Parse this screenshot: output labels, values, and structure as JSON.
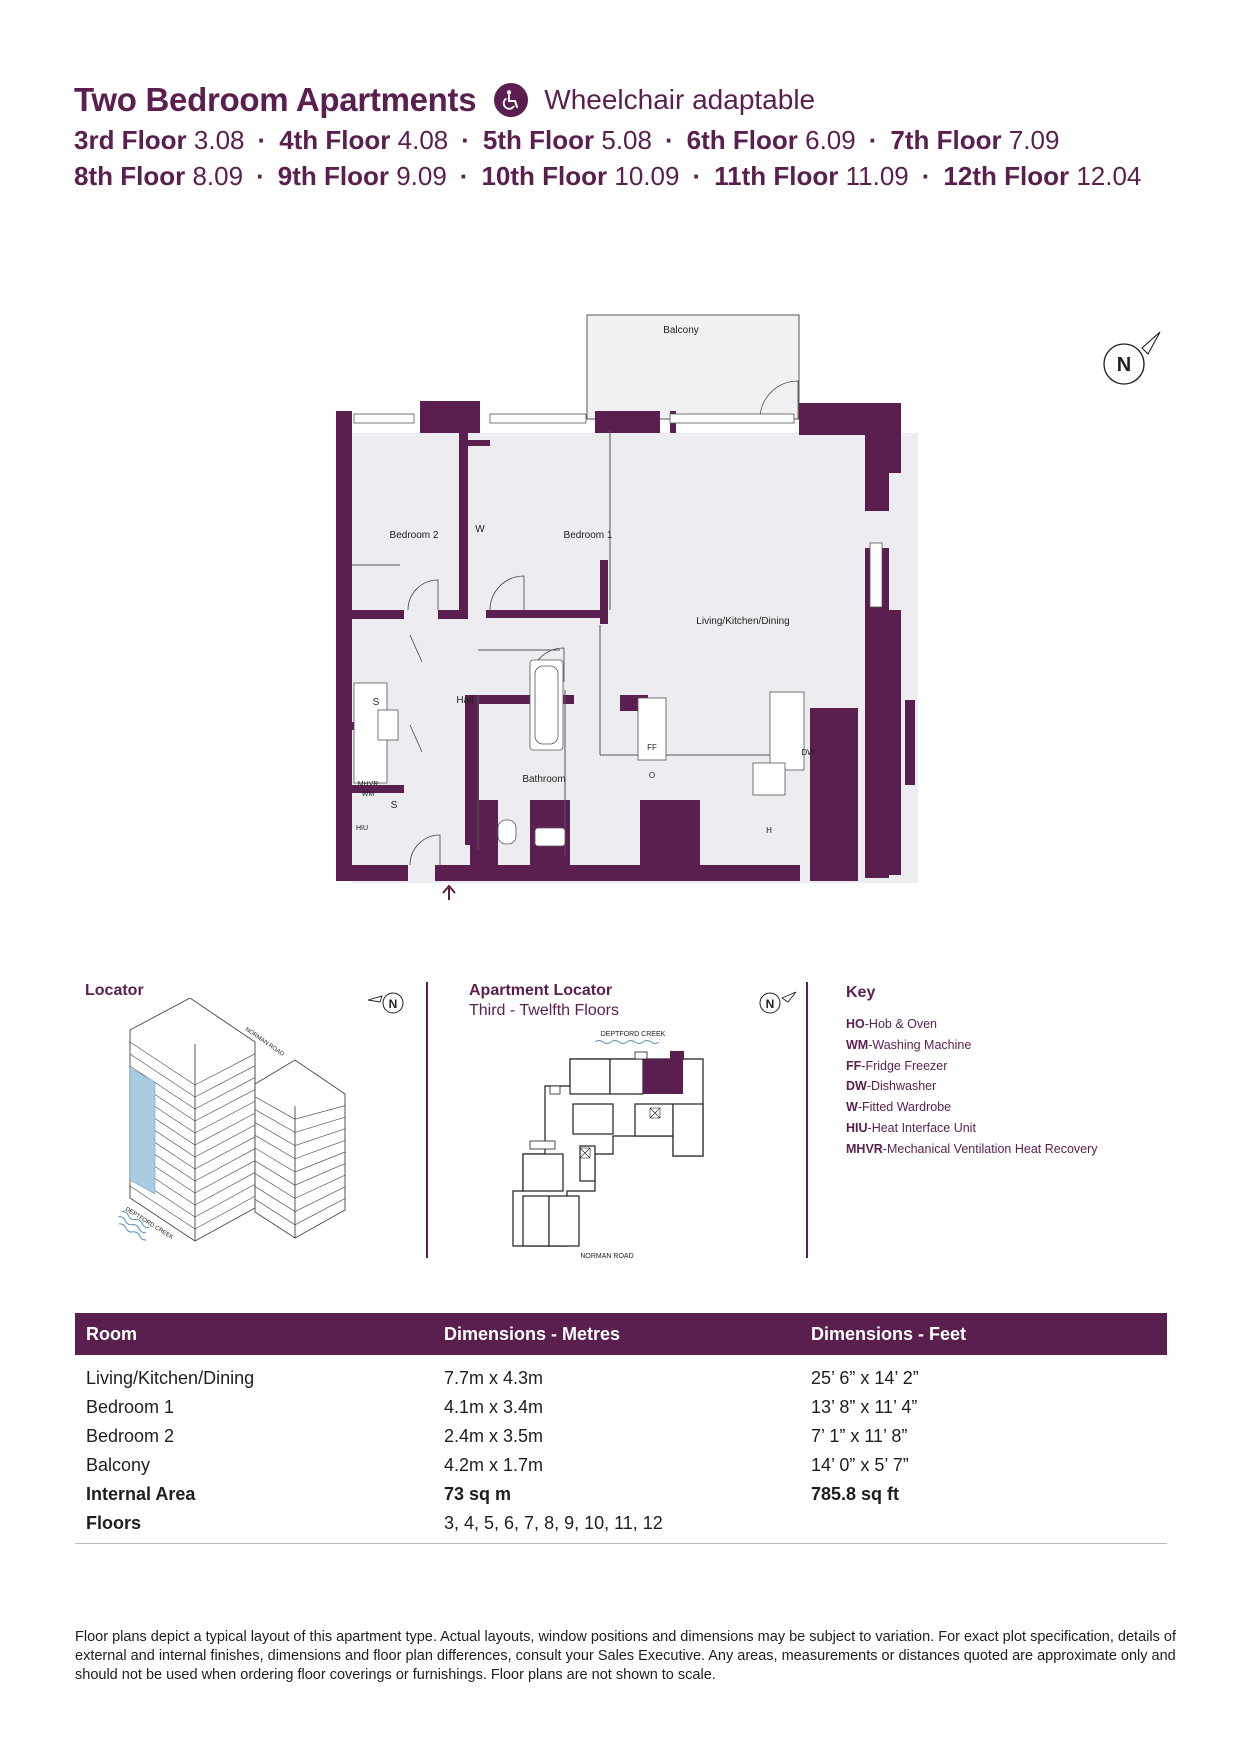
{
  "header": {
    "title": "Two Bedroom Apartments",
    "accessibility_label": "Wheelchair adaptable",
    "accessibility_icon": "wheelchair-icon",
    "floor_lines": [
      [
        {
          "floor": "3rd Floor",
          "plot": "3.08"
        },
        {
          "floor": "4th Floor",
          "plot": "4.08"
        },
        {
          "floor": "5th Floor",
          "plot": "5.08"
        },
        {
          "floor": "6th Floor",
          "plot": "6.09"
        },
        {
          "floor": "7th Floor",
          "plot": "7.09"
        }
      ],
      [
        {
          "floor": "8th Floor",
          "plot": "8.09"
        },
        {
          "floor": "9th Floor",
          "plot": "9.09"
        },
        {
          "floor": "10th Floor",
          "plot": "10.09"
        },
        {
          "floor": "11th Floor",
          "plot": "11.09"
        },
        {
          "floor": "12th Floor",
          "plot": "12.04"
        }
      ]
    ],
    "separator": "·"
  },
  "plan": {
    "north": "N",
    "rooms": {
      "balcony": "Balcony",
      "bedroom2": "Bedroom 2",
      "bedroom1": "Bedroom 1",
      "living": "Living/Kitchen/Dining",
      "hall": "Hall",
      "bathroom": "Bathroom",
      "storage_top": "S",
      "storage_bottom": "S",
      "wardrobe": "W",
      "ff": "FF",
      "oven": "O",
      "dw": "DW",
      "hob": "H",
      "mhvr": "MHVR",
      "wm": "WM",
      "hiu": "HIU"
    }
  },
  "locator": {
    "title": "Locator",
    "north": "N",
    "road_norman": "NORMAN ROAD",
    "road_deptford": "DEPTFORD CREEK"
  },
  "apartment_locator": {
    "title": "Apartment Locator",
    "subtitle": "Third - Twelfth Floors",
    "north": "N",
    "top_label": "DEPTFORD CREEK",
    "bottom_label": "NORMAN ROAD"
  },
  "key": {
    "title": "Key",
    "items": [
      {
        "code": "HO",
        "desc": "Hob & Oven"
      },
      {
        "code": "WM",
        "desc": "Washing Machine"
      },
      {
        "code": "FF",
        "desc": "Fridge Freezer"
      },
      {
        "code": "DW",
        "desc": "Dishwasher"
      },
      {
        "code": "W",
        "desc": "Fitted Wardrobe"
      },
      {
        "code": "HIU",
        "desc": "Heat Interface Unit"
      },
      {
        "code": "MHVR",
        "desc": "Mechanical Ventilation Heat Recovery"
      }
    ]
  },
  "table": {
    "headers": [
      "Room",
      "Dimensions - Metres",
      "Dimensions - Feet"
    ],
    "rows": [
      {
        "room": "Living/Kitchen/Dining",
        "metres": "7.7m x 4.3m",
        "feet": "25’ 6” x 14’ 2”",
        "bold": false
      },
      {
        "room": "Bedroom 1",
        "metres": "4.1m x 3.4m",
        "feet": "13’ 8” x 11’ 4”",
        "bold": false
      },
      {
        "room": "Bedroom 2",
        "metres": "2.4m x 3.5m",
        "feet": "7’ 1” x 11’ 8”",
        "bold": false
      },
      {
        "room": "Balcony",
        "metres": "4.2m x 1.7m",
        "feet": "14’ 0” x 5’ 7”",
        "bold": false
      },
      {
        "room": "Internal Area",
        "metres": "73 sq m",
        "feet": "785.8 sq ft",
        "bold": true
      },
      {
        "room": "Floors",
        "metres": "3, 4, 5, 6, 7, 8, 9, 10, 11, 12",
        "feet": "",
        "bold": true
      }
    ]
  },
  "disclaimer": "Floor plans depict a typical layout of this apartment type. Actual layouts, window positions and dimensions may be subject to variation. For exact plot specification, details of external and internal finishes, dimensions and floor plan differences, consult your Sales Executive. Any areas, measurements or distances quoted are approximate only and should not be used when ordering floor coverings or furnishings. Floor plans are not shown to scale.",
  "colors": {
    "brand": "#5a1f4e",
    "room_fill": "#ededf1",
    "text": "#1e1e1e"
  }
}
